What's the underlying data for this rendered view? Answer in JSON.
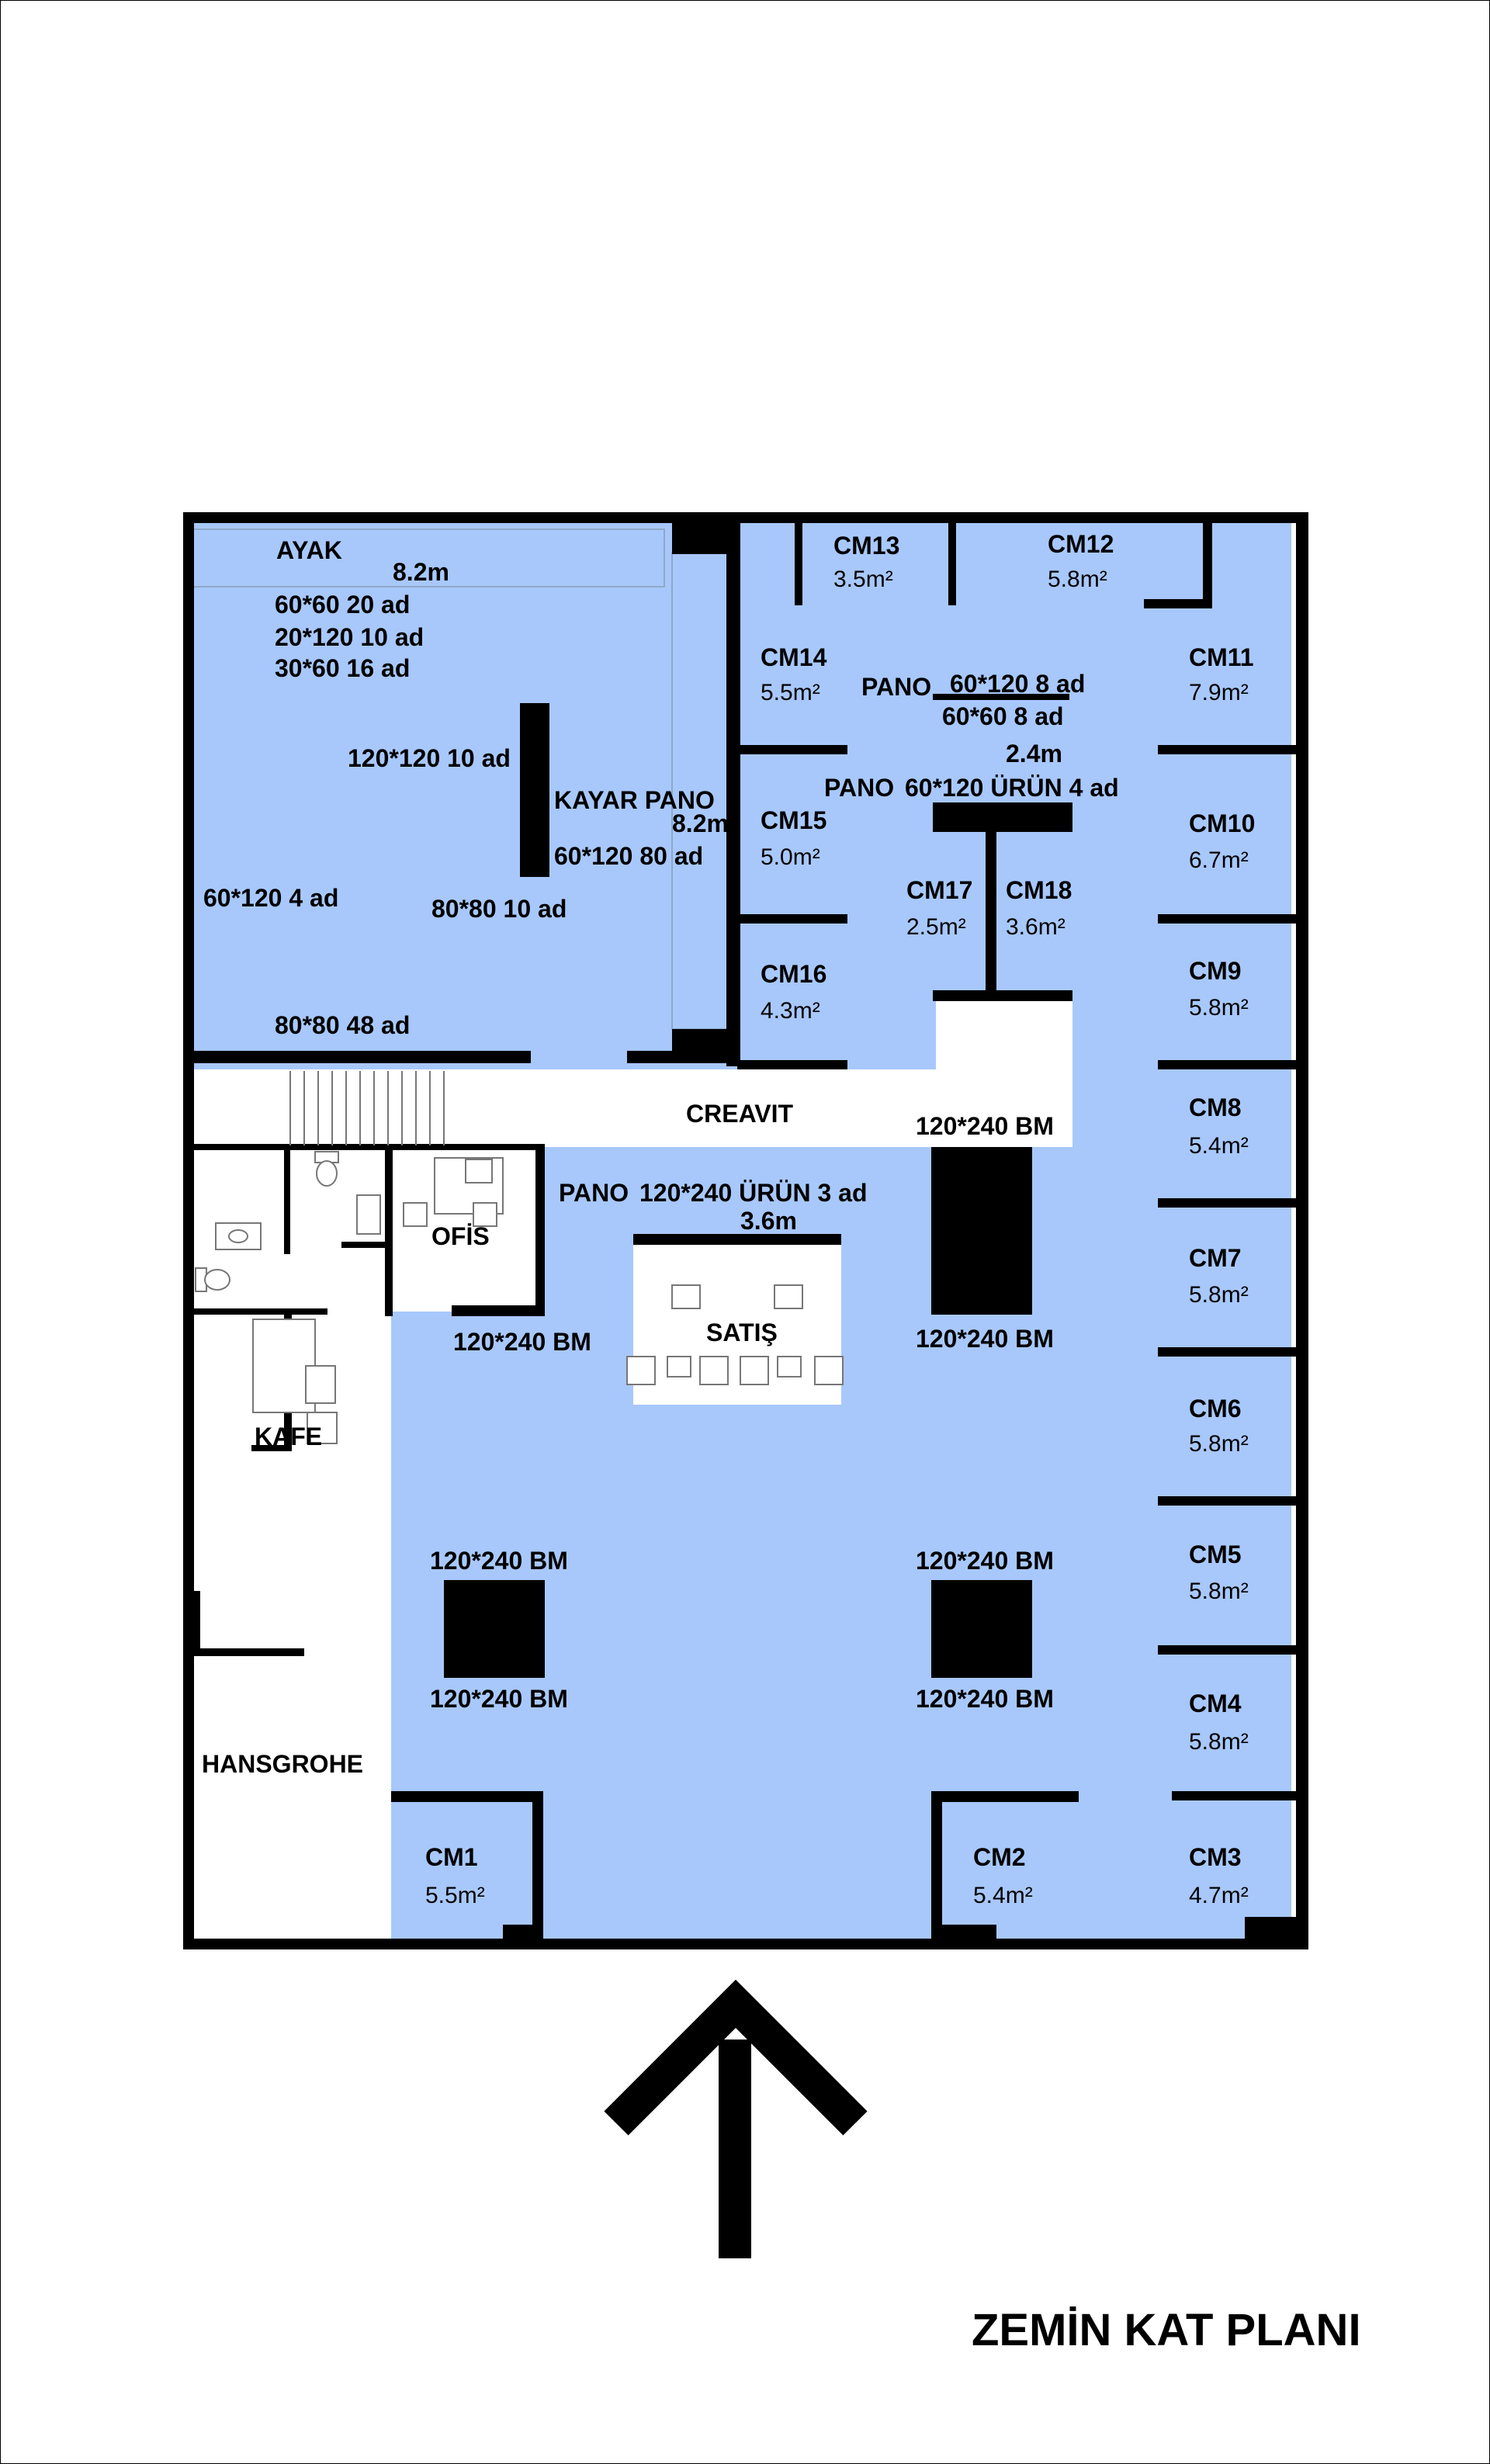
{
  "title": "ZEMİN KAT PLANI",
  "colors": {
    "floor": "#a8c8fb",
    "wall": "#000000",
    "white": "#ffffff"
  },
  "icons": {
    "north": "north-arrow-icon",
    "stairs": "stairs-icon",
    "toilet": "toilet-icon",
    "sink": "sink-icon",
    "chair": "chair-icon"
  },
  "rooms": {
    "cm1": {
      "name": "CM1",
      "area": "5.5m²"
    },
    "cm2": {
      "name": "CM2",
      "area": "5.4m²"
    },
    "cm3": {
      "name": "CM3",
      "area": "4.7m²"
    },
    "cm4": {
      "name": "CM4",
      "area": "5.8m²"
    },
    "cm5": {
      "name": "CM5",
      "area": "5.8m²"
    },
    "cm6": {
      "name": "CM6",
      "area": "5.8m²"
    },
    "cm7": {
      "name": "CM7",
      "area": "5.8m²"
    },
    "cm8": {
      "name": "CM8",
      "area": "5.4m²"
    },
    "cm9": {
      "name": "CM9",
      "area": "5.8m²"
    },
    "cm10": {
      "name": "CM10",
      "area": "6.7m²"
    },
    "cm11": {
      "name": "CM11",
      "area": "7.9m²"
    },
    "cm12": {
      "name": "CM12",
      "area": "5.8m²"
    },
    "cm13": {
      "name": "CM13",
      "area": "3.5m²"
    },
    "cm14": {
      "name": "CM14",
      "area": "5.5m²"
    },
    "cm15": {
      "name": "CM15",
      "area": "5.0m²"
    },
    "cm16": {
      "name": "CM16",
      "area": "4.3m²"
    },
    "cm17": {
      "name": "CM17",
      "area": "2.5m²"
    },
    "cm18": {
      "name": "CM18",
      "area": "3.6m²"
    }
  },
  "areas": {
    "ayak": "AYAK",
    "creavit": "CREAVIT",
    "ofis": "OFİS",
    "satis": "SATIŞ",
    "kafe": "KAFE",
    "hansgrohe": "HANSGROHE",
    "kayar_pano": "KAYAR PANO",
    "pano_a": "PANO",
    "pano_b": "PANO",
    "pano_c": "PANO"
  },
  "notes": {
    "ayak_len": "8.2m",
    "tile_60x60": "60*60 20 ad",
    "tile_20x120": "20*120 10 ad",
    "tile_30x60": "30*60 16 ad",
    "tile_120x120": "120*120 10 ad",
    "kayar_len": "8.2m",
    "kayar_qty": "60*120 80 ad",
    "tile_60x120_left": "60*120 4 ad",
    "tile_80x80_mid": "80*80 10 ad",
    "tile_80x80_bottom": "80*80 48 ad",
    "pano_60x120": "60*120 8 ad",
    "pano_60x60": "60*60 8 ad",
    "pano_len_24": "2.4m",
    "pano_urun_4": "60*120 ÜRÜN 4 ad",
    "pano_urun_3": "120*240 ÜRÜN 3 ad",
    "pano_len_36": "3.6m",
    "bm_top_right": "120*240 BM",
    "bm_mid_right": "120*240 BM",
    "bm_ofis": "120*240 BM",
    "bm_left_top": "120*240 BM",
    "bm_left_bottom": "120*240 BM",
    "bm_right_top": "120*240 BM",
    "bm_right_bottom": "120*240 BM"
  }
}
